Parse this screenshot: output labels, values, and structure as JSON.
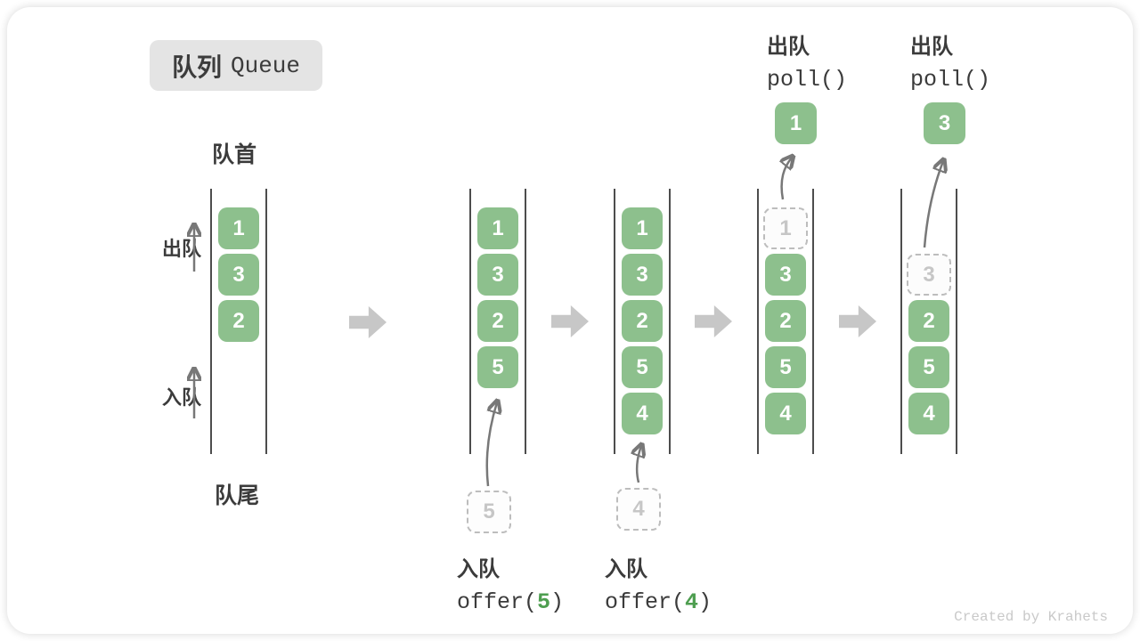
{
  "title": {
    "zh": "队列",
    "en": "Queue"
  },
  "side_labels": {
    "front": "队首",
    "rear": "队尾",
    "dequeue": "出队",
    "enqueue": "入队"
  },
  "states": [
    {
      "name": "initial",
      "start_row": 0,
      "cells": [
        {
          "value": "1"
        },
        {
          "value": "3"
        },
        {
          "value": "2"
        }
      ]
    },
    {
      "name": "after-offer-5",
      "start_row": 0,
      "staged_value": "5",
      "cells": [
        {
          "value": "1"
        },
        {
          "value": "3"
        },
        {
          "value": "2"
        },
        {
          "value": "5"
        }
      ]
    },
    {
      "name": "after-offer-4",
      "start_row": 0,
      "staged_value": "4",
      "cells": [
        {
          "value": "1"
        },
        {
          "value": "3"
        },
        {
          "value": "2"
        },
        {
          "value": "5"
        },
        {
          "value": "4"
        }
      ]
    },
    {
      "name": "after-poll-1",
      "start_row": 0,
      "popped_value": "1",
      "op_label": "出队",
      "op_code": "poll()",
      "cells": [
        {
          "value": "1",
          "ghost": true
        },
        {
          "value": "3"
        },
        {
          "value": "2"
        },
        {
          "value": "5"
        },
        {
          "value": "4"
        }
      ]
    },
    {
      "name": "after-poll-3",
      "start_row": 1,
      "popped_value": "3",
      "op_label": "出队",
      "op_code": "poll()",
      "cells": [
        {
          "value": "3",
          "ghost": true
        },
        {
          "value": "2"
        },
        {
          "value": "5"
        },
        {
          "value": "4"
        }
      ]
    }
  ],
  "operations": [
    {
      "label": "入队",
      "code_fn": "offer(",
      "code_arg": "5",
      "code_close": ")"
    },
    {
      "label": "入队",
      "code_fn": "offer(",
      "code_arg": "4",
      "code_close": ")"
    }
  ],
  "watermark": "Created by Krahets",
  "colors": {
    "cell_green": "#8dc08d",
    "arg_green": "#4e9e50",
    "block_arrow_gray": "#c7c7c7",
    "wall_gray": "#4d4d4d",
    "ghost_gray": "#bdbdbd"
  }
}
